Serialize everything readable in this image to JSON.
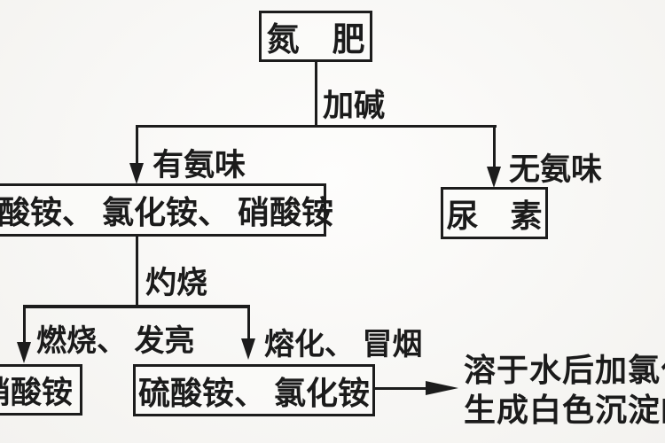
{
  "diagram": {
    "type": "flowchart",
    "topic": "identification of nitrogen fertilizers",
    "colors": {
      "ink": "#1c1c1c",
      "paper": "#fbfaf7"
    },
    "nodes": {
      "nitrogen_fertilizer": "氮　肥",
      "ammonium_salts": "硫酸铵、 氯化铵、 硝酸铵",
      "urea": "尿　素",
      "ammonium_nitrate": "硝酸铵",
      "ammonium_sulfate_chloride": "硫酸铵、 氯化铵"
    },
    "edge_labels": {
      "add_alkali": "加碱",
      "has_ammonia_smell": "有氨味",
      "no_ammonia_smell": "无氨味",
      "calcination": "灼烧",
      "burns_bright": "燃烧、 发亮",
      "melts_smokes": "熔化、 冒烟"
    },
    "note": {
      "line1": "溶于水后加氯化钡",
      "line2": "生成白色沉淀的"
    }
  }
}
